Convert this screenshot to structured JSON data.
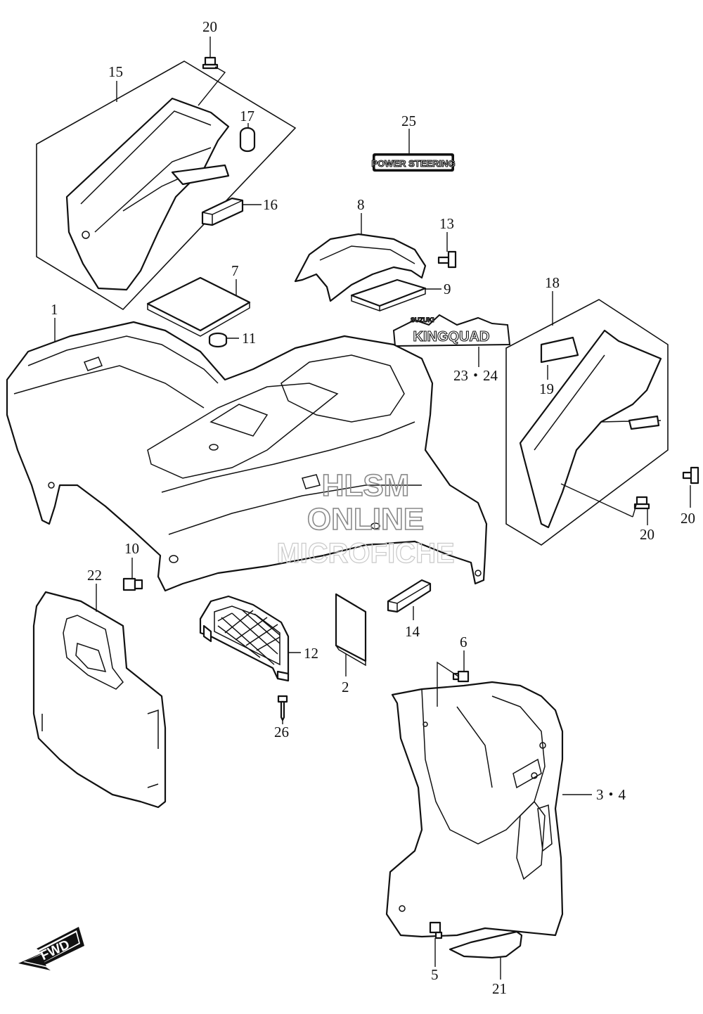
{
  "callouts": {
    "p1": "1",
    "p2": "2",
    "p3_4": "3・4",
    "p5": "5",
    "p6": "6",
    "p7": "7",
    "p8": "8",
    "p9": "9",
    "p10": "10",
    "p11": "11",
    "p12": "12",
    "p13": "13",
    "p14": "14",
    "p15": "15",
    "p16": "16",
    "p17": "17",
    "p18": "18",
    "p19": "19",
    "p20_top": "20",
    "p20_right_a": "20",
    "p20_right_b": "20",
    "p21": "21",
    "p22": "22",
    "p23_24": "23・24",
    "p25": "25",
    "p26": "26"
  },
  "decals": {
    "power_steering": "POWER STEERING",
    "kingquad": "KINGQUAD",
    "suzuki": "SUZUKI"
  },
  "fwd_label": "FWD",
  "watermark": {
    "line1": "HLSM",
    "line2": "ONLINE",
    "line3": "MICROFICHE"
  },
  "icons": {
    "fwd_arrow": "fwd-arrow-icon"
  },
  "colors": {
    "line": "#111111",
    "background": "#ffffff",
    "watermark": "#8a8a8a"
  }
}
